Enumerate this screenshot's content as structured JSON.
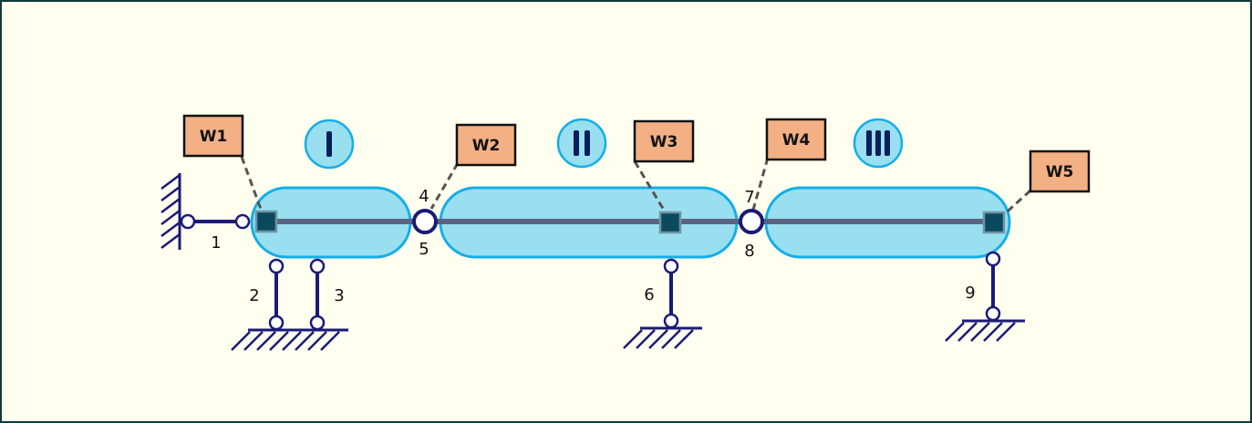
{
  "bodies": [
    {
      "id": "I",
      "label": "I"
    },
    {
      "id": "II",
      "label": "II"
    },
    {
      "id": "III",
      "label": "III"
    }
  ],
  "sensors": [
    {
      "label": "W1"
    },
    {
      "label": "W2"
    },
    {
      "label": "W3"
    },
    {
      "label": "W4"
    },
    {
      "label": "W5"
    }
  ],
  "joints": [
    {
      "label": "1"
    },
    {
      "label": "2"
    },
    {
      "label": "3"
    },
    {
      "label": "4"
    },
    {
      "label": "5"
    },
    {
      "label": "6"
    },
    {
      "label": "7"
    },
    {
      "label": "8"
    },
    {
      "label": "9"
    }
  ],
  "colors": {
    "background": "#fffff0",
    "frame": "#0f3a3c",
    "body_fill": "#99dff0",
    "body_stroke": "#14aee6",
    "axis": "#5a6482",
    "link": "#1a1a78",
    "sensor_box": "#f2b084",
    "sensor_square": "#0b4a5e"
  }
}
